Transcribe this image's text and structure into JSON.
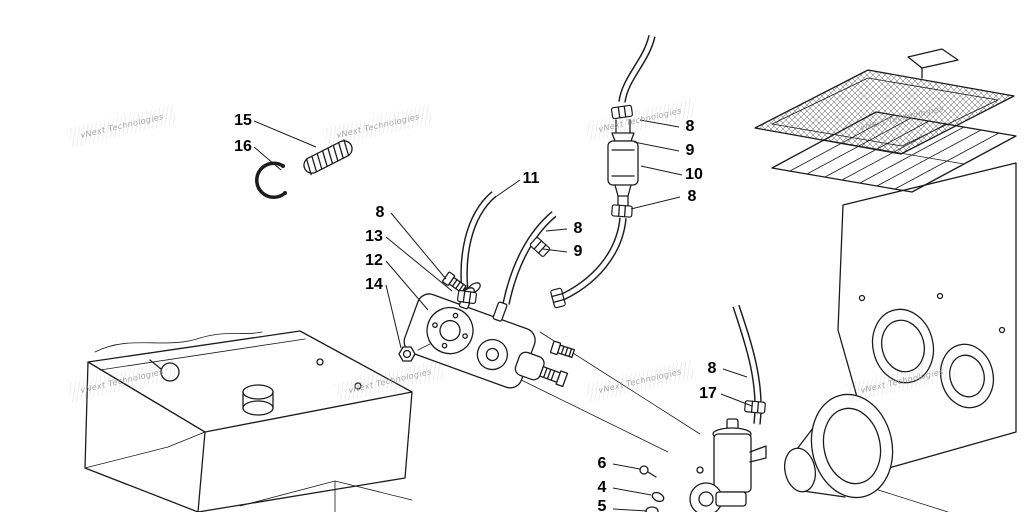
{
  "diagram": {
    "watermark": {
      "text": "vNext Technologies"
    },
    "colors": {
      "line": "#1c1c1c",
      "background": "#ffffff",
      "watermark": "#9b9b9b"
    },
    "callouts": [
      {
        "label": "15"
      },
      {
        "label": "16"
      },
      {
        "label": "11"
      },
      {
        "label": "8"
      },
      {
        "label": "13"
      },
      {
        "label": "12"
      },
      {
        "label": "14"
      },
      {
        "label": "8"
      },
      {
        "label": "9"
      },
      {
        "label": "8"
      },
      {
        "label": "9"
      },
      {
        "label": "10"
      },
      {
        "label": "8"
      },
      {
        "label": "8"
      },
      {
        "label": "17"
      },
      {
        "label": "6"
      },
      {
        "label": "4"
      },
      {
        "label": "5"
      }
    ]
  }
}
